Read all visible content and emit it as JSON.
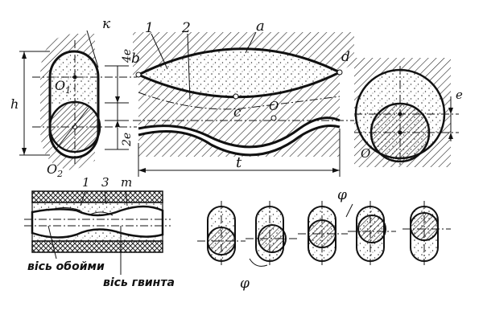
{
  "labels": {
    "k": "к",
    "one": "1",
    "two": "2",
    "three": "3",
    "a": "a",
    "b": "b",
    "c": "c",
    "d": "d",
    "o": "O",
    "o_right": "O",
    "o1": "O",
    "o1_sub": "1",
    "o2": "O",
    "o2_sub": "2",
    "h": "h",
    "four_e": "4e",
    "two_e": "2e",
    "e": "e",
    "t": "t",
    "m": "m",
    "phi_top": "φ",
    "phi_bottom": "φ"
  },
  "captions": {
    "housing_axis": "вісь обойми",
    "screw_axis": "вісь гвинта"
  }
}
